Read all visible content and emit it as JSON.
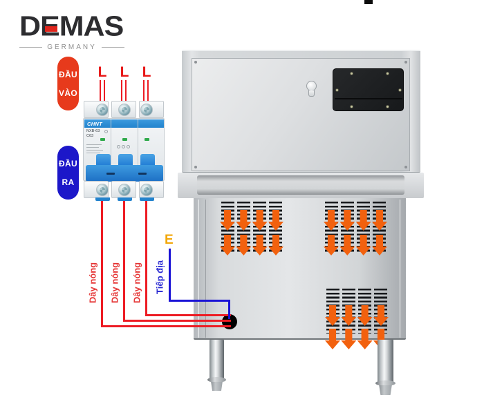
{
  "logo": {
    "name": "DEMAS",
    "country": "GERMANY"
  },
  "input_badge": {
    "line1": "ĐẦU",
    "line2": "VÀO"
  },
  "output_badge": {
    "line1": "ĐẦU",
    "line2": "RA"
  },
  "breaker": {
    "brand": "CHNT",
    "model": "NXB-63",
    "rating": "C63"
  },
  "phases": {
    "l1": "L",
    "l2": "L",
    "l3": "L"
  },
  "wire_labels": {
    "hot1": "Dây nóng",
    "hot2": "Dây nóng",
    "hot3": "Dây nóng",
    "ground": "Tiếp địa",
    "earth": "E"
  },
  "colors": {
    "hot_wire": "#ed1c24",
    "ground_wire": "#1a13d6",
    "input_badge": "#e73a1c",
    "output_badge": "#1c17c9",
    "airflow_arrow": "#f2610e",
    "earth_label": "#f2a70a",
    "logo_accent": "#e0251c",
    "breaker_blue": "#2383cd"
  }
}
